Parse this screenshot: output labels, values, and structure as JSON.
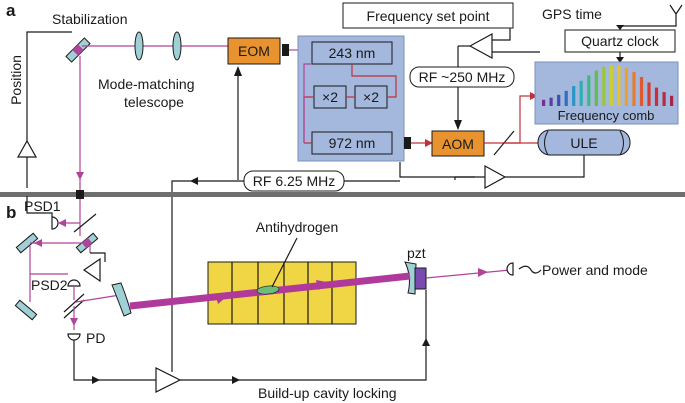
{
  "panel_a": {
    "letter": "a",
    "stabilization": "Stabilization",
    "position": "Position",
    "mode_matching_line1": "Mode-matching",
    "mode_matching_line2": "telescope",
    "eom": "EOM",
    "nm243": "243 nm",
    "x2_left": "×2",
    "x2_right": "×2",
    "nm972": "972 nm",
    "aom": "AOM",
    "rf_250": "RF ~250 MHz",
    "freq_set_point": "Frequency set point",
    "gps_time": "GPS time",
    "quartz_clock": "Quartz clock",
    "frequency_comb": "Frequency comb",
    "ule": "ULE",
    "rf_625": "RF 6.25 MHz"
  },
  "panel_b": {
    "letter": "b",
    "psd1": "PSD1",
    "psd2": "PSD2",
    "pd": "PD",
    "antihydrogen": "Antihydrogen",
    "pzt": "pzt",
    "power_and_mode": "Power and mode",
    "build_up": "Build-up cavity locking"
  },
  "colors": {
    "orange": "#e8932f",
    "blue_box": "#a4b7dc",
    "yellow_trap": "#f0d544",
    "mirror": "#9fd0d6",
    "beam_magenta": "#b0449b",
    "beam_red": "#c0303a"
  },
  "comb_spectrum_colors": [
    "#7a2b8e",
    "#5b3fa0",
    "#3d4fb3",
    "#2f6fc2",
    "#2a96c7",
    "#2fb0b0",
    "#3fb884",
    "#62bd4f",
    "#97c83b",
    "#c9cf2e",
    "#e8c02a",
    "#eda02b",
    "#e87c2c",
    "#e0582f",
    "#d43c33",
    "#c72f3a",
    "#b62a42",
    "#a52747"
  ]
}
